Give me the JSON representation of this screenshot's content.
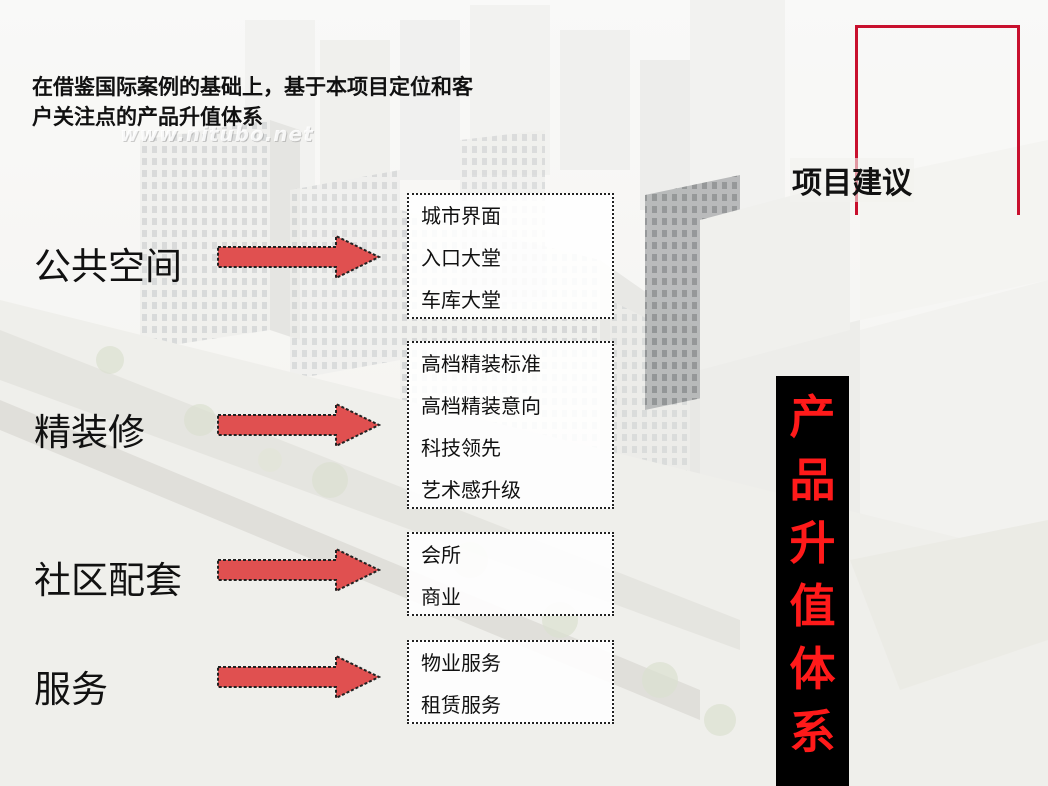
{
  "heading": {
    "line1": "在借鉴国际案例的基础上，基于本项目定位和客",
    "line2": "户关注点的产品升值体系"
  },
  "watermark": "www.nitubo.net",
  "project_label": "项目建议",
  "accent_color": "#c8102e",
  "categories": [
    {
      "label": "公共空间",
      "items": [
        "城市界面",
        "入口大堂",
        "车库大堂"
      ]
    },
    {
      "label": "精装修",
      "items": [
        "高档精装标准",
        "高档精装意向",
        "科技领先",
        "艺术感升级"
      ]
    },
    {
      "label": "社区配套",
      "items": [
        "会所",
        "商业"
      ]
    },
    {
      "label": "服务",
      "items": [
        "物业服务",
        "租赁服务"
      ]
    }
  ],
  "vertical_title": [
    "产",
    "品",
    "升",
    "值",
    "体",
    "系"
  ]
}
